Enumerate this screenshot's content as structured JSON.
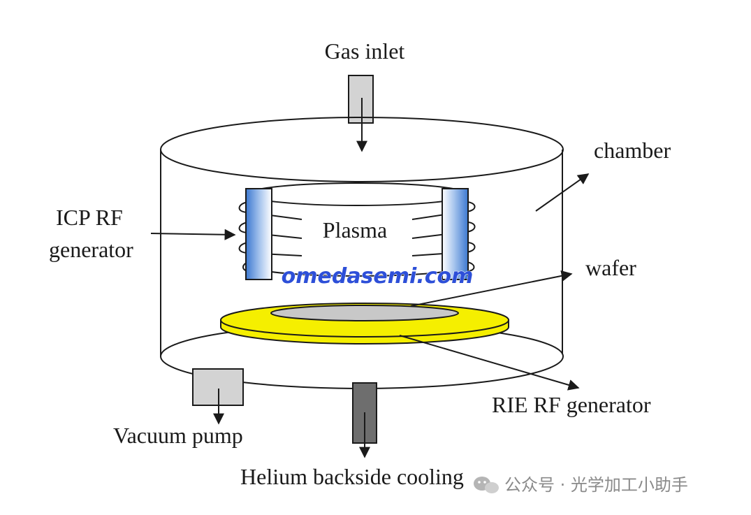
{
  "labels": {
    "gas_inlet": "Gas inlet",
    "chamber": "chamber",
    "icp_line1": "ICP RF",
    "icp_line2": "generator",
    "plasma": "Plasma",
    "wafer": "wafer",
    "rie": "RIE RF generator",
    "vacuum": "Vacuum pump",
    "helium": "Helium backside cooling"
  },
  "watermark": "omedasemi.com",
  "caption": "公众号 · 光学加工小助手",
  "colors": {
    "line": "#1a1a1a",
    "port_light": "#d3d3d3",
    "port_dark": "#6e6e6e",
    "chuck": "#f5ef00",
    "wafer": "#c8c8c8",
    "coil_blue": "#4a86d8",
    "watermark": "#2d4fd8"
  },
  "icons": {
    "caption_icon": "wechat-icon"
  }
}
